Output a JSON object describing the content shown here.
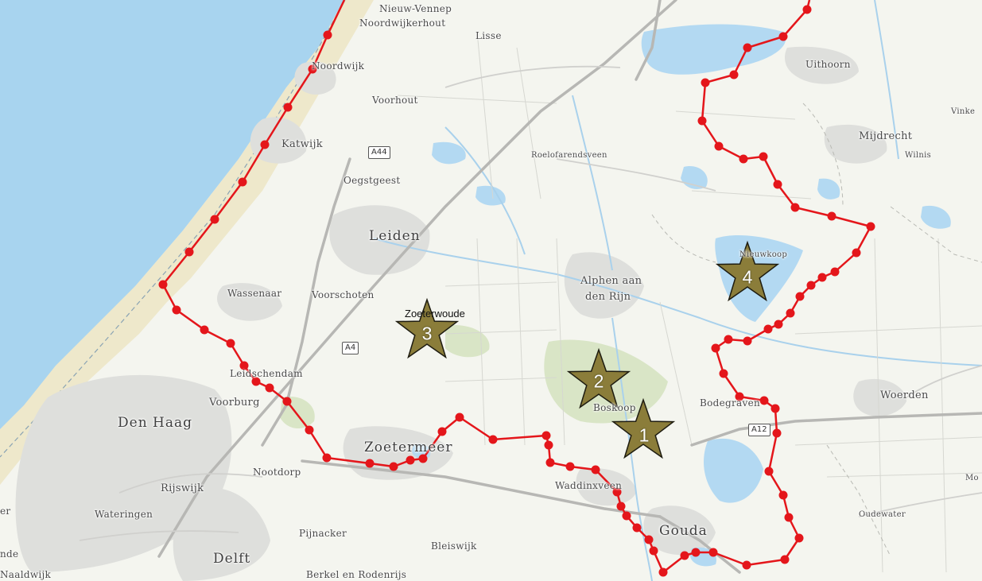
{
  "places": {
    "nieuw_vennep": "Nieuw-Vennep",
    "noordwijkerhout": "Noordwijkerhout",
    "lisse": "Lisse",
    "noordwijk": "Noordwijk",
    "voorhout": "Voorhout",
    "katwijk": "Katwijk",
    "oegstgeest": "Oegstgeest",
    "leiden": "Leiden",
    "roelofarendsveen": "Roelofarendsveen",
    "uithoorn": "Uithoorn",
    "vinkeveen_partial": "Vinke",
    "mijdrecht": "Mijdrecht",
    "wilnis": "Wilnis",
    "wassenaar": "Wassenaar",
    "voorschoten": "Voorschoten",
    "zoeterwoude": "Zoeterwoude",
    "alphen": "Alphen aan",
    "alphen2": "den Rijn",
    "nieuwkoop": "Nieuwkoop",
    "leidschendam": "Leidschendam",
    "voorburg": "Voorburg",
    "den_haag": "Den Haag",
    "zoetermeer": "Zoetermeer",
    "boskoop": "Boskoop",
    "bodegraven": "Bodegraven",
    "woerden": "Woerden",
    "nootdorp": "Nootdorp",
    "rijswijk": "Rijswijk",
    "wateringen": "Wateringen",
    "waddinxveen": "Waddinxveen",
    "gouda": "Gouda",
    "oudewater": "Oudewater",
    "montfoort_partial": "Mo",
    "pijnacker": "Pijnacker",
    "bleiswijk": "Bleiswijk",
    "delft": "Delft",
    "berkel": "Berkel en Rodenrijs",
    "naaldwijk": "Naaldwijk",
    "partial_nde": "nde",
    "partial_er": "er"
  },
  "roads": {
    "a44": "A44",
    "a4": "A4",
    "a12": "A12"
  },
  "markers": [
    {
      "label": "1"
    },
    {
      "label": "2"
    },
    {
      "label": "3"
    },
    {
      "label": "4"
    }
  ],
  "colors": {
    "sea": "#a8d4ef",
    "boundary": "#e4161b",
    "star_fill": "#8b7d3a",
    "star_stroke": "#1e1c10",
    "water": "#b3d9f2",
    "urban": "#dedfdc",
    "dunes": "#efe6c2"
  },
  "icons": {
    "marker": "star-icon",
    "boundary_vertex": "dot-icon"
  }
}
